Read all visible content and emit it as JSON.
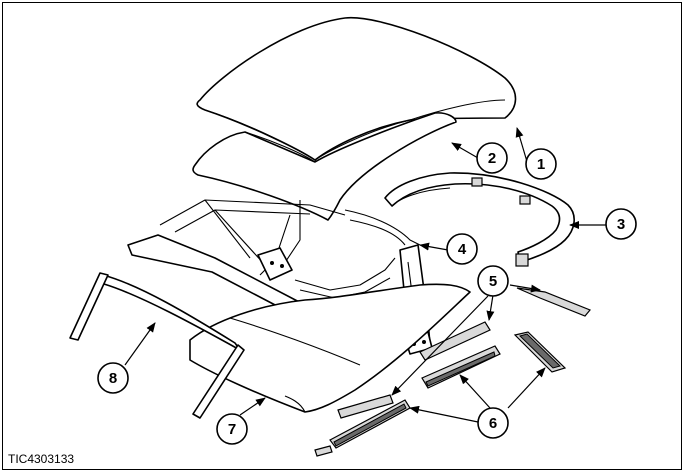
{
  "figure": {
    "reference_code": "TIC4303133",
    "callouts": [
      {
        "id": "c1",
        "label": "1"
      },
      {
        "id": "c2",
        "label": "2"
      },
      {
        "id": "c3",
        "label": "3"
      },
      {
        "id": "c4",
        "label": "4"
      },
      {
        "id": "c5",
        "label": "5"
      },
      {
        "id": "c6",
        "label": "6"
      },
      {
        "id": "c7",
        "label": "7"
      },
      {
        "id": "c8",
        "label": "8"
      }
    ],
    "colors": {
      "line": "#000000",
      "background": "#ffffff",
      "shade": "#d9d9d9"
    }
  }
}
